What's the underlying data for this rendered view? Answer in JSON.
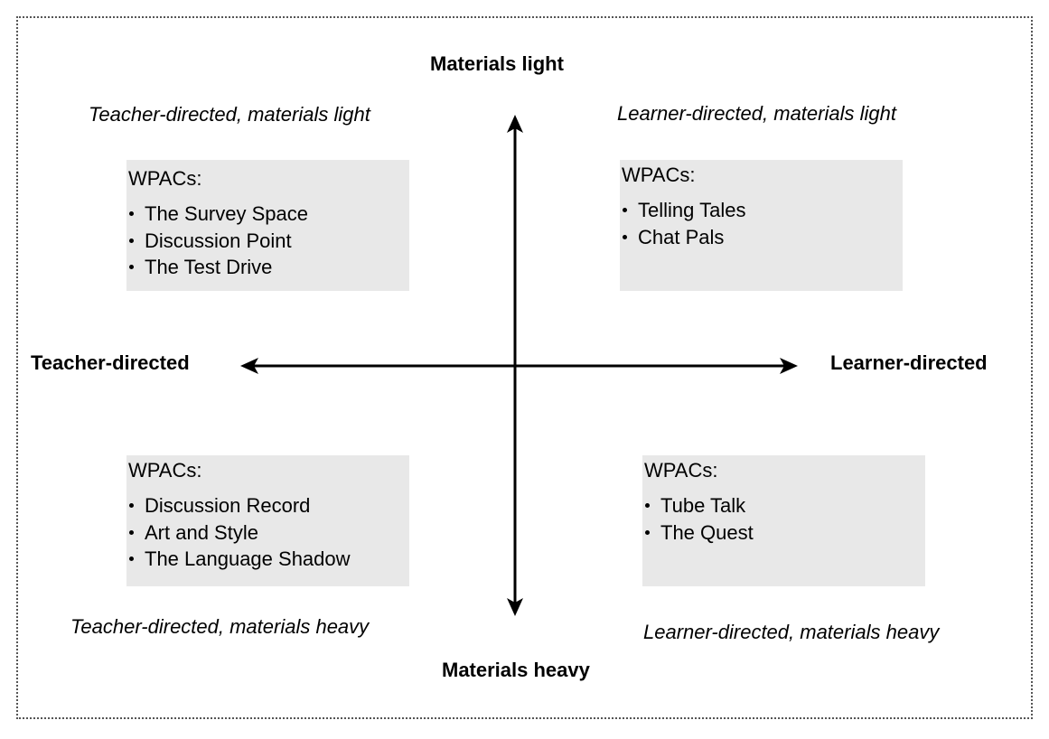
{
  "axes": {
    "top": "Materials light",
    "bottom": "Materials heavy",
    "left": "Teacher-directed",
    "right": "Learner-directed"
  },
  "quadrants": {
    "top_left": {
      "label": "Teacher-directed, materials light",
      "heading": "WPACs:",
      "items": [
        "The Survey Space",
        "Discussion Point",
        "The Test Drive"
      ]
    },
    "top_right": {
      "label": "Learner-directed, materials light",
      "heading": "WPACs:",
      "items": [
        "Telling Tales",
        "Chat Pals"
      ]
    },
    "bottom_left": {
      "label": "Teacher-directed, materials heavy",
      "heading": "WPACs:",
      "items": [
        "Discussion Record",
        "Art and Style",
        "The Language Shadow"
      ]
    },
    "bottom_right": {
      "label": "Learner-directed, materials heavy",
      "heading": "WPACs:",
      "items": [
        "Tube Talk",
        "The Quest"
      ]
    }
  },
  "colors": {
    "box_fill": "#e8e8e8",
    "frame_border": "#555555",
    "text": "#000000"
  }
}
